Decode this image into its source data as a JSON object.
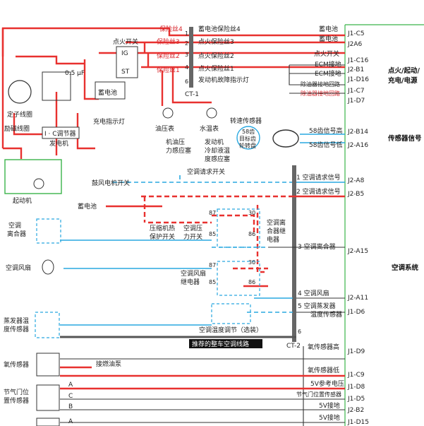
{
  "colors": {
    "power_wire": "#e8312f",
    "signal_wire": "#29a8e0",
    "ecm_border": "#3ab44a",
    "ground_wire": "#333333",
    "banner": "#111111"
  },
  "power_section": {
    "ignition_switch": "点火开关",
    "ig": "IG",
    "st": "ST",
    "battery": "蓄电池",
    "capacitor": "0.5 μF",
    "stator_coil": "定子线圈",
    "excitation_coil": "励磁线圈",
    "ic_regulator": "I · C调节器",
    "generator": "发电机",
    "charge_lamp": "充电指示灯",
    "starter": "起动机",
    "fuse_labels": [
      "保险丝4",
      "保险丝3",
      "保险丝2",
      "保险丝1"
    ],
    "fuse_numbers": [
      "1",
      "2",
      "3",
      "4"
    ],
    "ct1": "CT-1",
    "ct1_pin6": "6",
    "ct1_lines": [
      "蓄电池保险丝4",
      "点火保险丝3",
      "点火保险丝2",
      "点火保险丝1",
      "发动机故障指示灯"
    ]
  },
  "sensor_section": {
    "oil_gauge": "油压表",
    "water_gauge": "水温表",
    "oil_sensor": "机油压\n力感应塞",
    "coolant_sensor": "发动机\n冷却液温\n度感应塞",
    "speed_sensor": "转速传感器",
    "tooth_wheel": "58齿\n目标齿\n轮转盘",
    "tooth_high": "58齿信号高",
    "tooth_low": "58齿信号低"
  },
  "ecm_side": {
    "ecm_labels": [
      "蓄电池",
      "蓄电池",
      "点火开关",
      "ECM接地",
      "ECM接地",
      "除油器接地回路",
      "除油器接地回路"
    ],
    "ac_request": "1 空调请求信号",
    "ac_switch_signal": "2 空调请求信号",
    "ac_clutch": "3 空调离合器",
    "ac_fan_signal": "4 空调风扇",
    "evap_temp": "5 空调蒸发器\n温度传感器",
    "pin6": "6",
    "ct2": "CT-2",
    "o2_high": "氧传感器高",
    "o2_low": "氧传感器低",
    "vref": "5V参考电压",
    "tps_signal": "节气门位置传感器",
    "gnd1": "5V接地",
    "gnd2": "5V接地"
  },
  "pins": [
    "J1-C5",
    "J2A6",
    "J1-C16",
    "J2-B1",
    "J1-D16",
    "J1-C7",
    "J1-D7",
    "J2-B14",
    "J2-A16",
    "J2-A8",
    "J2-B5",
    "J2-A15",
    "J2-A11",
    "J1-D6",
    "J1-D9",
    "J1-C9",
    "J1-D8",
    "J1-D5",
    "J2-B2",
    "J1-D15"
  ],
  "groups": [
    "点火/起动/\n充电/电源",
    "传感器信号",
    "空调系统"
  ],
  "ac_section": {
    "fan_switch": "鼓风电机开关",
    "ac_switch": "空调请求开关",
    "battery": "蓄电池",
    "clutch": "空调\n离合器",
    "fan": "空调风扇",
    "comp_switch": "压缩机热\n保护开关",
    "pressure_switch": "空调压\n力开关",
    "clutch_relay": "空调离\n合器继\n电器",
    "fan_relay": "空调风扇\n继电器",
    "relay_pins": [
      "87",
      "30",
      "85",
      "86"
    ],
    "evap_sensor": "蒸发器温\n度传感器",
    "temp_adjust": "空调温度调节（选装）",
    "banner": "推荐的整车空调线路"
  },
  "lower_section": {
    "o2_sensor": "氧传感器",
    "exhaust": "接燃油泵",
    "tps": "节气门位\n置传感器",
    "tps_pins": [
      "A",
      "C",
      "B",
      "A"
    ]
  }
}
